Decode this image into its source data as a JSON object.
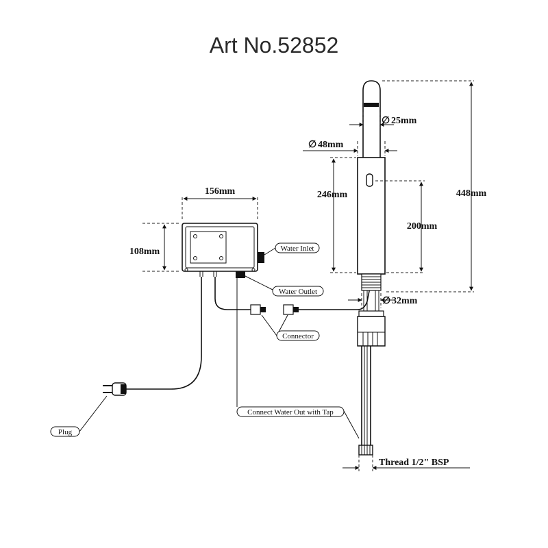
{
  "title": "Art No.52852",
  "dimensions": {
    "box_width": "156mm",
    "box_height": "108mm",
    "spout_diameter": "25mm",
    "body_diameter": "48mm",
    "body_height": "246mm",
    "sensor_height": "200mm",
    "total_height": "448mm",
    "base_diameter": "32mm",
    "thread": "Thread 1/2\" BSP"
  },
  "callouts": {
    "water_inlet": "Water Inlet",
    "water_outlet": "Water Outlet",
    "connector": "Connector",
    "plug": "Plug",
    "connect_water": "Connect Water Out with Tap"
  },
  "symbols": {
    "diameter": "∅"
  }
}
